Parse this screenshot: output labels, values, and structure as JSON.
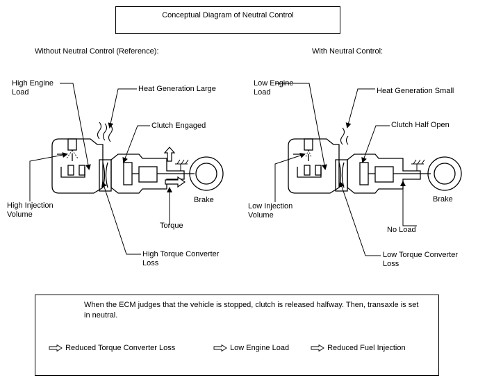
{
  "title": "Conceptual Diagram of Neutral Control",
  "left_panel": {
    "heading": "Without Neutral Control (Reference):",
    "engine_load": [
      "High Engine",
      "Load"
    ],
    "heat": "Heat Generation Large",
    "clutch": "Clutch Engaged",
    "injection": [
      "High Injection",
      "Volume"
    ],
    "brake": "Brake",
    "torque": "Torque",
    "converter_loss": [
      "High Torque Converter",
      "Loss"
    ]
  },
  "right_panel": {
    "heading": "With Neutral Control:",
    "engine_load": [
      "Low Engine",
      "Load"
    ],
    "heat": "Heat Generation Small",
    "clutch": "Clutch Half Open",
    "injection": [
      "Low Injection",
      "Volume"
    ],
    "brake": "Brake",
    "load": "No Load",
    "converter_loss": [
      "Low Torque Converter",
      "Loss"
    ]
  },
  "note": {
    "text": "When the ECM judges that the vehicle is stopped, clutch is released halfway. Then, transaxle is set in neutral.",
    "results": [
      "Reduced Torque Converter Loss",
      "Low Engine Load",
      "Reduced Fuel Injection"
    ]
  },
  "icons": [
    "hollow-arrow-icon",
    "heat-wave-icon",
    "injector-icon",
    "wheel-icon",
    "ground-icon"
  ]
}
